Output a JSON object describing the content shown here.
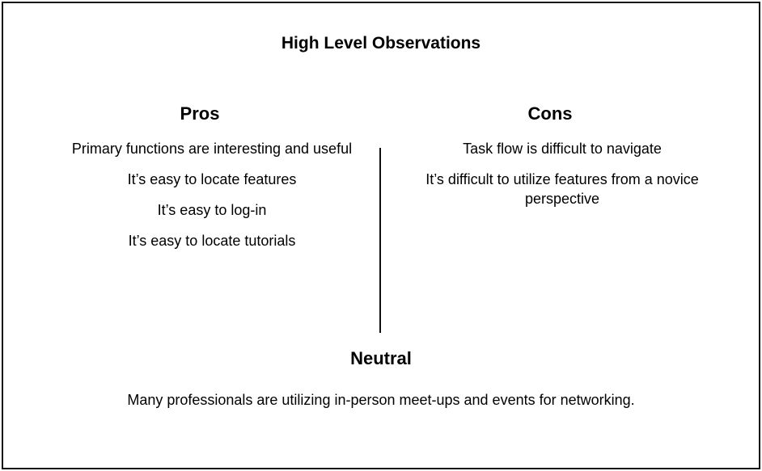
{
  "title": "High Level Observations",
  "pros": {
    "heading": "Pros",
    "items": [
      "Primary functions are interesting and useful",
      "It’s easy to locate features",
      "It’s easy to log-in",
      "It’s easy to locate tutorials"
    ]
  },
  "cons": {
    "heading": "Cons",
    "items": [
      "Task flow is difficult to navigate",
      "It’s difficult to utilize features from a novice perspective"
    ]
  },
  "neutral": {
    "heading": "Neutral",
    "text": "Many professionals are utilizing in-person meet-ups and events for networking."
  }
}
